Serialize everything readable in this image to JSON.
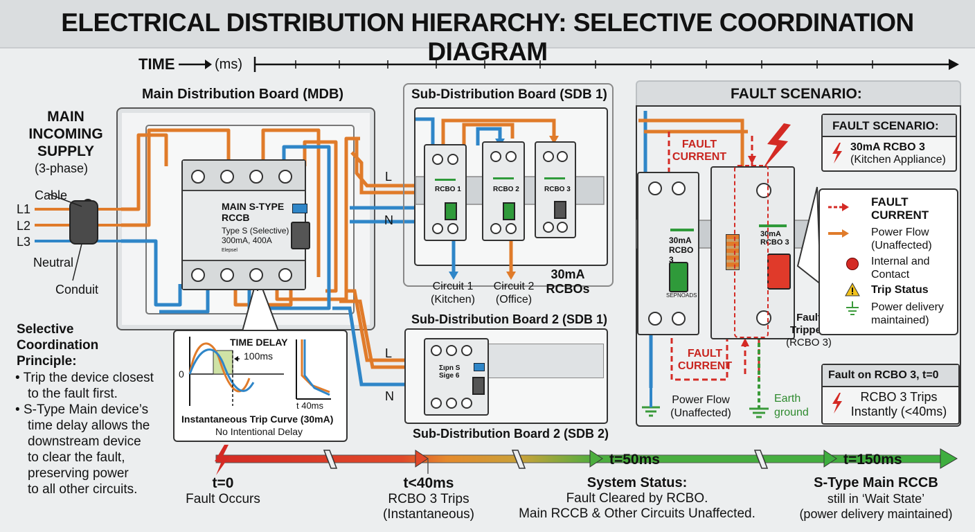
{
  "title": "ELECTRICAL DISTRIBUTION HIERARCHY: SELECTIVE COORDINATION DIAGRAM",
  "time_axis": {
    "label": "TIME",
    "unit": "(ms)"
  },
  "supply": {
    "title_lines": [
      "MAIN",
      "INCOMING",
      "SUPPLY"
    ],
    "phase": "(3-phase)",
    "cable": "Cable",
    "lines": [
      "L1",
      "L2",
      "L3"
    ],
    "neutral": "Neutral",
    "conduit": "Conduit"
  },
  "mdb": {
    "title": "Main Distribution Board (MDB)",
    "device_lines": [
      "MAIN S-TYPE",
      "RCCB"
    ],
    "device_sub": [
      "Type S (Selective)",
      "300mA, 400A"
    ],
    "device_badge": "Elepsel"
  },
  "graph": {
    "time_delay": "TIME DELAY",
    "delay_value": "100ms",
    "zero": "0",
    "t40": "t 40ms",
    "caption": "Instantaneous Trip Curve (30mA)",
    "subcaption": "No Intentional Delay"
  },
  "principle": {
    "title_lines": [
      "Selective",
      "Coordination",
      "Principle:"
    ],
    "bullets": [
      [
        "Trip the device closest",
        "to the fault first."
      ],
      [
        "S-Type Main device’s",
        "time delay allows the",
        "downstream device",
        "to clear the fault,",
        "preserving power",
        "to all other circuits."
      ]
    ]
  },
  "sdb1": {
    "title": "Sub-Distribution Board (SDB 1)",
    "rcbos": [
      "RCBO 1",
      "RCBO 2",
      "RCBO 3"
    ],
    "circuit1": [
      "Circuit 1",
      "(Kitchen)"
    ],
    "circuit2": [
      "Circuit 2",
      "(Office)"
    ],
    "rcbo_label": [
      "30mA",
      "RCBOs"
    ],
    "L": "L",
    "N": "N"
  },
  "sdb2": {
    "title_top": "Sub-Distribution Board 2 (SDB 1)",
    "title_bottom": "Sub-Distribution Board 2 (SDB 2)",
    "device_lines": [
      "Σιpn S",
      "Sige 6"
    ],
    "L": "L",
    "N": "N"
  },
  "fault": {
    "heading": "FAULT SCENARIO:",
    "fault_current": [
      "FAULT",
      "CURRENT"
    ],
    "left_device": [
      "30mA",
      "RCBO 3"
    ],
    "left_badge": "SEPNOADS",
    "right_device": [
      "30mA",
      "RCBO 3"
    ],
    "tripped": [
      "Fault",
      "Tripped",
      "(RCBO 3)"
    ],
    "power_flow": [
      "Power Flow",
      "(Unaffected)"
    ],
    "earth": [
      "Earth",
      "ground"
    ],
    "box1_title": "FAULT SCENARIO:",
    "box1_lines": [
      "30mA RCBO 3",
      "(Kitchen Appliance)"
    ],
    "legend": [
      {
        "icon": "dashed-arrow",
        "lines": [
          "FAULT",
          "CURRENT"
        ]
      },
      {
        "icon": "orange-arrow",
        "lines": [
          "Power Flow",
          "(Unaffected)"
        ]
      },
      {
        "icon": "red-circle",
        "lines": [
          "Internal and",
          "Contact"
        ]
      },
      {
        "icon": "warning",
        "lines": [
          "Trip Status"
        ]
      },
      {
        "icon": "ground",
        "lines": [
          "Power delivery",
          "maintained)"
        ]
      }
    ],
    "box3_title": "Fault on RCBO 3, t=0",
    "box3_lines": [
      "RCBO 3 Trips",
      "Instantly (<40ms)"
    ]
  },
  "timeline": [
    {
      "time": "t=0",
      "lines": [
        "Fault Occurs"
      ]
    },
    {
      "time": "t<40ms",
      "lines": [
        "RCBO 3 Trips",
        "(Instantaneous)"
      ]
    },
    {
      "time": "t=50ms",
      "lines": []
    },
    {
      "time": "System Status:",
      "lines": [
        "Fault Cleared by RCBO.",
        "Main RCCB & Other Circuits Unaffected."
      ]
    },
    {
      "time": "t=150ms",
      "lines": []
    },
    {
      "time": "S-Type Main RCCB",
      "lines": [
        "still in ‘Wait State’",
        "(power delivery maintained)"
      ]
    }
  ],
  "colors": {
    "live": "#e07b2a",
    "neutral": "#2f86c8",
    "fault": "#d42a24",
    "earth": "#3a9a3a",
    "green_arrow": "#3fae3f"
  }
}
